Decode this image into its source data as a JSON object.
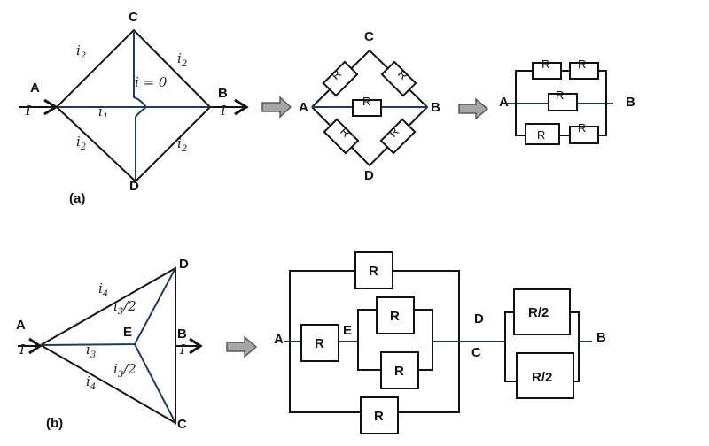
{
  "colors": {
    "wire": "#111111",
    "wire_blue": "#253a5a",
    "block_arrow_fill": "#a6a6a6",
    "block_arrow_stroke": "#595959"
  },
  "figure_a": {
    "caption": "(a)",
    "nodes": {
      "A": "A",
      "B": "B",
      "C": "C",
      "D": "D"
    },
    "currents": {
      "input": "I",
      "output": "I",
      "upper_left": "i",
      "upper_left_sub": "2",
      "upper_right": "i",
      "upper_right_sub": "2",
      "lower_left": "i",
      "lower_left_sub": "2",
      "lower_right": "i",
      "lower_right_sub": "2",
      "middle": "i",
      "middle_sub": "1",
      "cd_branch": "i = 0"
    }
  },
  "bridge_circuit": {
    "nodes": {
      "A": "A",
      "B": "B",
      "C": "C",
      "D": "D"
    },
    "resistors": [
      "R",
      "R",
      "R",
      "R",
      "R"
    ]
  },
  "parallel_circuit_a": {
    "nodes": {
      "A": "A",
      "B": "B"
    },
    "top_branch": [
      "R",
      "R"
    ],
    "middle_branch": [
      "R"
    ],
    "bottom_branch": [
      "R",
      "R"
    ]
  },
  "figure_b": {
    "caption": "(b)",
    "nodes": {
      "A": "A",
      "B": "B",
      "C": "C",
      "D": "D",
      "E": "E"
    },
    "currents": {
      "input": "I",
      "output": "I",
      "upper": "i",
      "upper_sub": "4",
      "lower": "i",
      "lower_sub": "4",
      "middle": "i",
      "middle_sub": "3",
      "ed": "i",
      "ed_sub": "3",
      "ed_tail": "/2",
      "ec": "i",
      "ec_sub": "3",
      "ec_tail": "/2"
    }
  },
  "equivalent_circuit_b": {
    "nodes": {
      "A": "A",
      "E": "E",
      "D": "D",
      "C": "C",
      "B": "B"
    },
    "top_resistor": "R",
    "bottom_resistor": "R",
    "series_resistor": "R",
    "inner_parallel": [
      "R",
      "R"
    ],
    "final_parallel": [
      "R/2",
      "R/2"
    ]
  }
}
